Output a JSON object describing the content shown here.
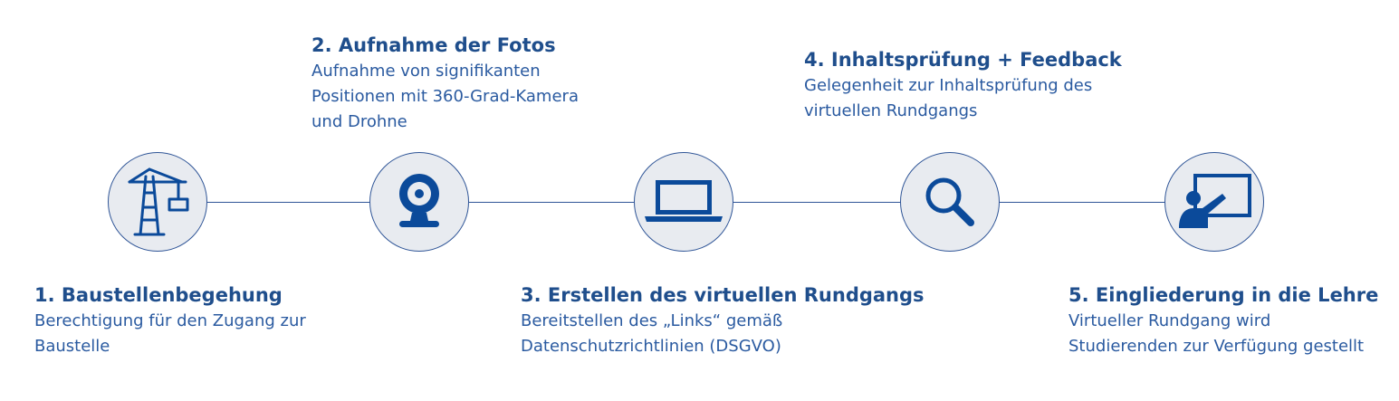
{
  "colors": {
    "primary": "#1f4e8c",
    "icon": "#0b4a9a",
    "node_fill": "#e8ebf0",
    "line": "#2f5597"
  },
  "steps": [
    {
      "title": "1. Baustellenbegehung",
      "desc": "Berechtigung für den Zugang zur\nBaustelle",
      "icon": "crane-icon"
    },
    {
      "title": "2. Aufnahme der Fotos",
      "desc": "Aufnahme von signifikanten\nPositionen mit 360-Grad-Kamera\nund Drohne",
      "icon": "webcam-icon"
    },
    {
      "title": "3. Erstellen des virtuellen Rundgangs",
      "desc": "Bereitstellen des „Links“ gemäß\nDatenschutzrichtlinien (DSGVO)",
      "icon": "laptop-icon"
    },
    {
      "title": "4. Inhaltsprüfung + Feedback",
      "desc": "Gelegenheit zur Inhaltsprüfung des\nvirtuellen Rundgangs",
      "icon": "magnifier-icon"
    },
    {
      "title": "5. Eingliederung in die Lehre",
      "desc": "Virtueller Rundgang wird\nStudierenden zur Verfügung gestellt",
      "icon": "presentation-icon"
    }
  ]
}
